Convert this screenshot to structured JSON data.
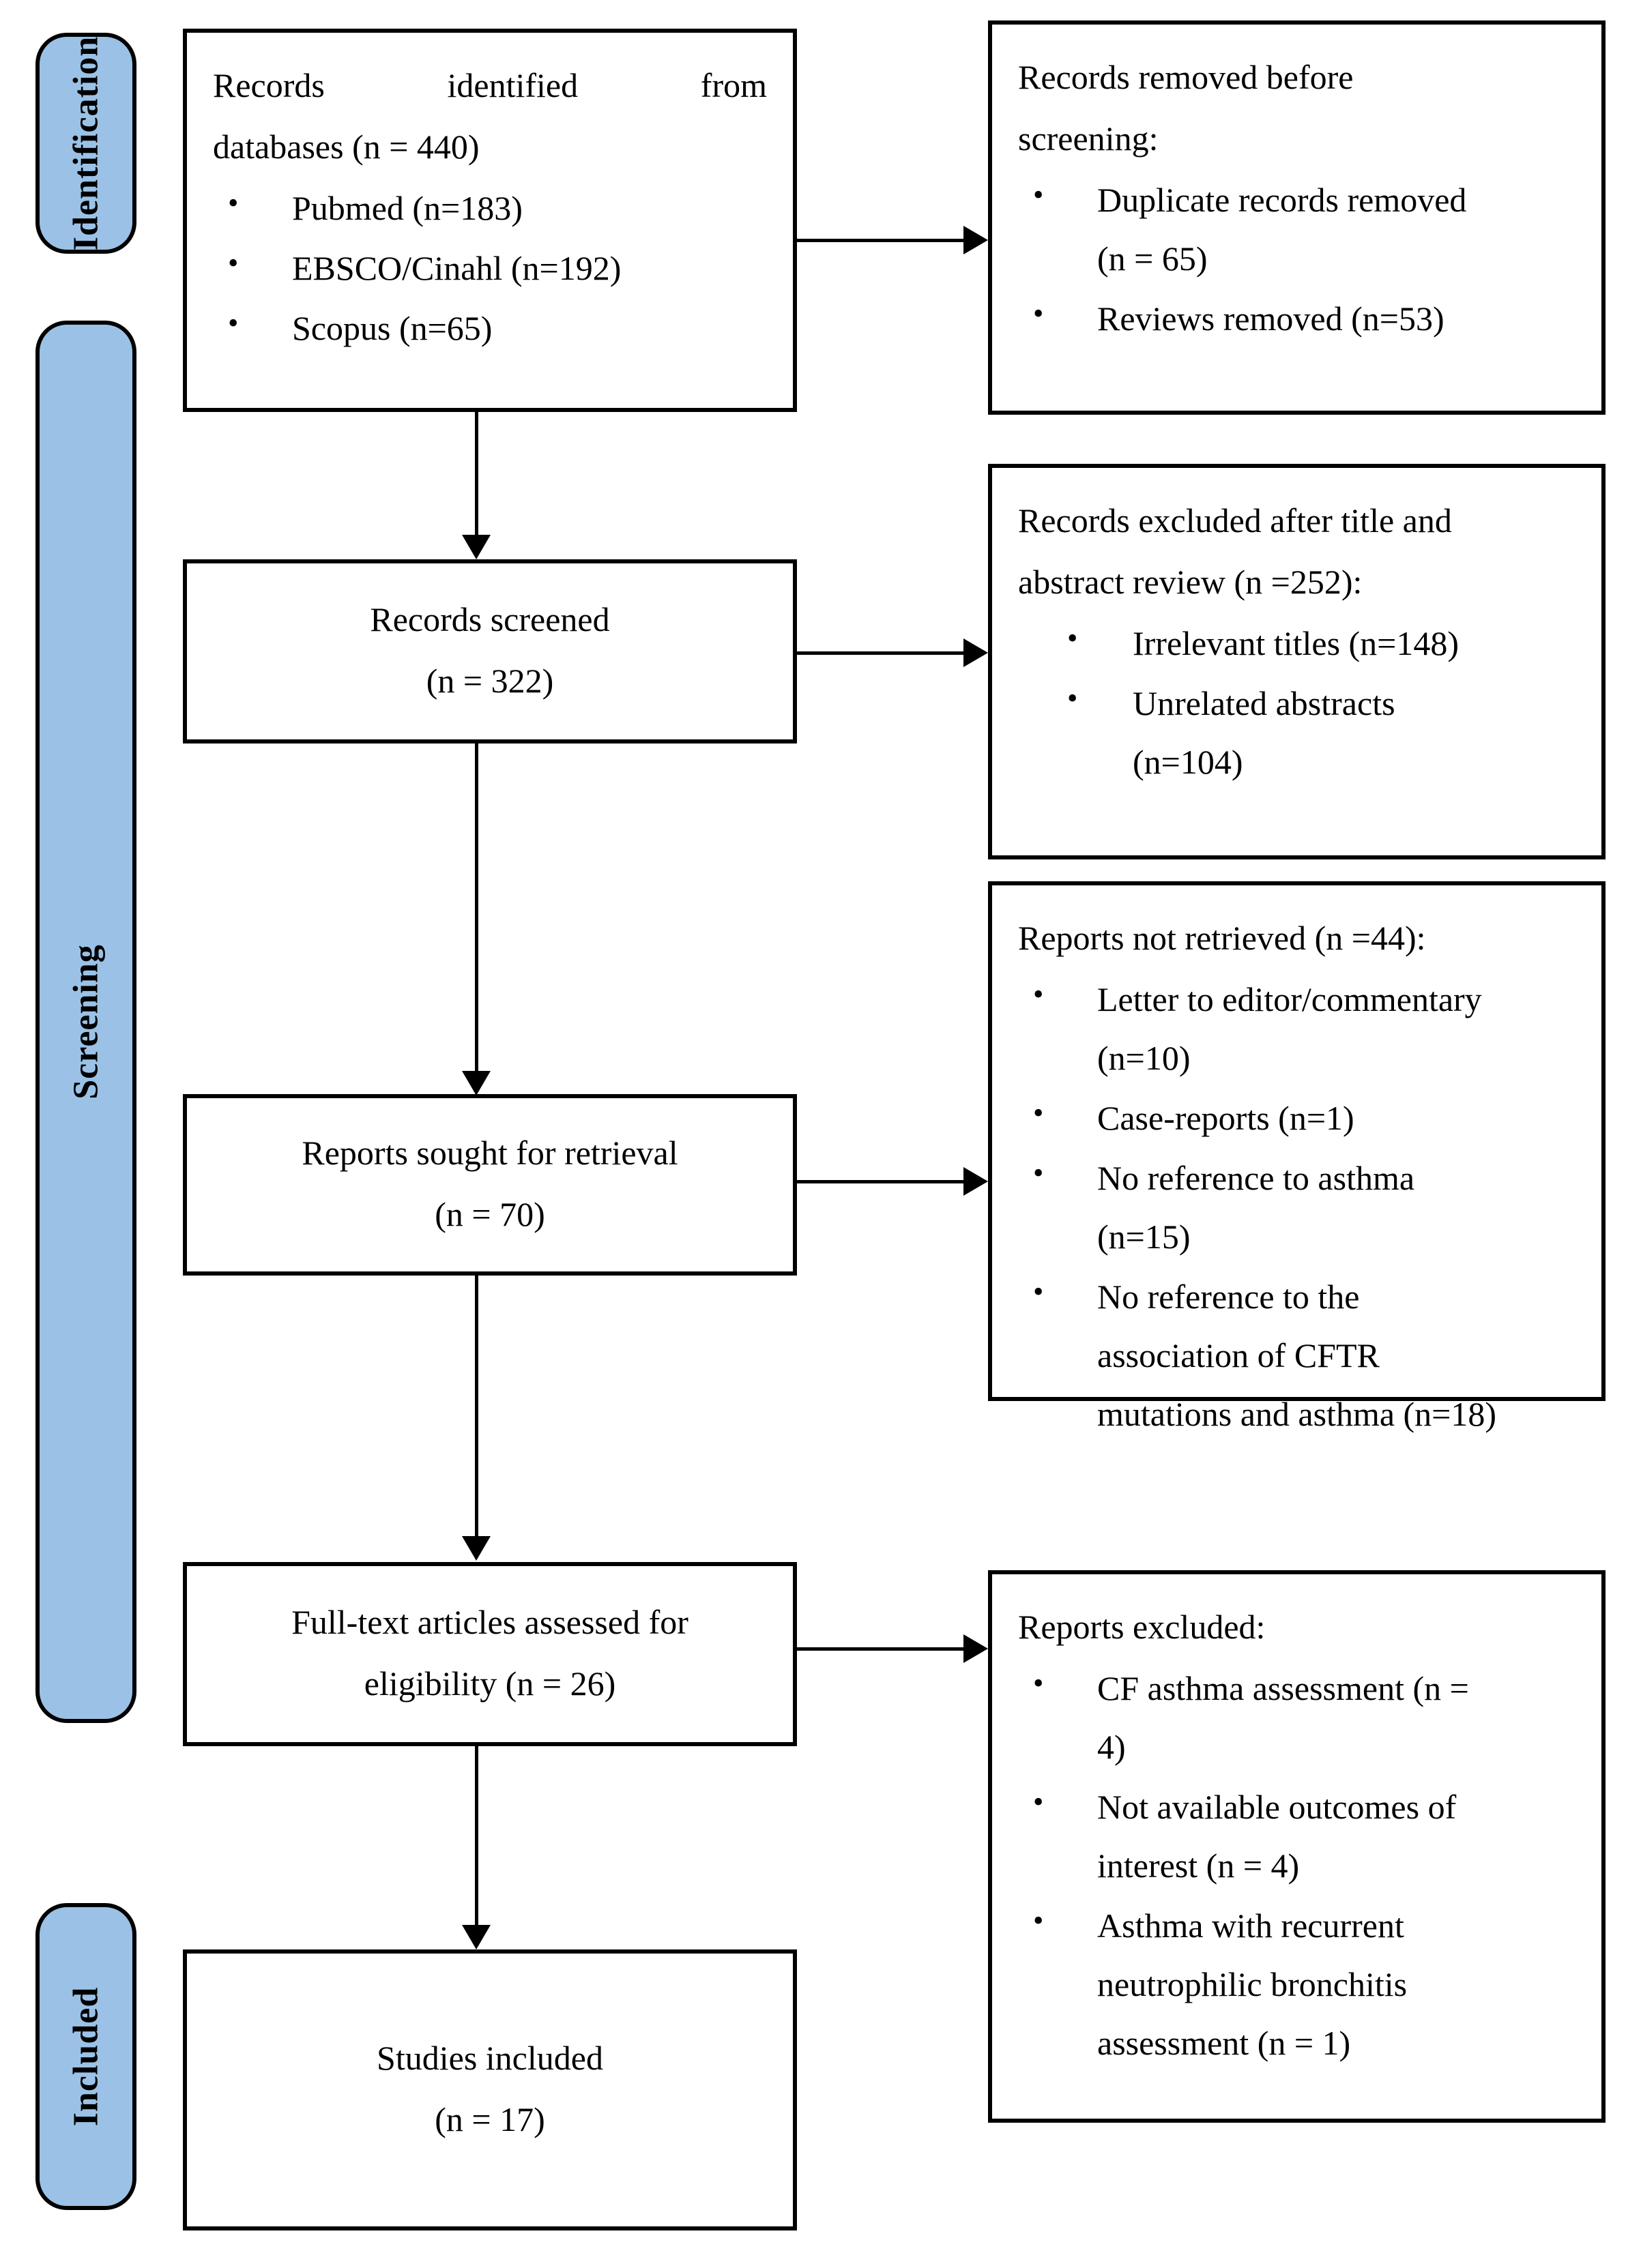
{
  "diagram": {
    "type": "prisma-flow-diagram",
    "accent_color": "#9BC2E6",
    "line_color": "#000000",
    "background": "#FFFFFF"
  },
  "stages": [
    {
      "key": "identification",
      "label": "Identification"
    },
    {
      "key": "screening",
      "label": "Screening"
    },
    {
      "key": "included",
      "label": "Included"
    }
  ],
  "boxes": {
    "identified": {
      "header": "Records identified from",
      "header2": "databases (n = 440)",
      "bullets": [
        "Pubmed (n=183)",
        "EBSCO/Cinahl (n=192)",
        "Scopus (n=65)"
      ]
    },
    "removed_before_screening": {
      "header": "Records removed before",
      "header2": "screening:",
      "bullets": [
        "Duplicate records removed",
        "(n = 65)",
        "Reviews removed (n=53)"
      ],
      "bullet_items": [
        {
          "lines": [
            "Duplicate records removed",
            "(n = 65)"
          ]
        },
        {
          "lines": [
            "Reviews removed (n=53)"
          ]
        }
      ]
    },
    "records_screened": {
      "line1": "Records screened",
      "line2": "(n = 322)"
    },
    "excluded_title_abstract": {
      "header": "Records excluded after title and",
      "header2": "abstract review (n =252):",
      "bullet_items": [
        {
          "lines": [
            "Irrelevant titles (n=148)"
          ]
        },
        {
          "lines": [
            "Unrelated abstracts",
            "(n=104)"
          ]
        }
      ]
    },
    "reports_sought": {
      "line1": "Reports sought for retrieval",
      "line2": "(n = 70)"
    },
    "reports_not_retrieved": {
      "header": "Reports not retrieved (n =44):",
      "bullet_items": [
        {
          "lines": [
            "Letter to editor/commentary",
            "(n=10)"
          ]
        },
        {
          "lines": [
            "Case-reports (n=1)"
          ]
        },
        {
          "lines": [
            "No reference to asthma",
            "(n=15)"
          ]
        },
        {
          "lines": [
            "No reference to the",
            "association of CFTR",
            "mutations and asthma (n=18)"
          ]
        }
      ]
    },
    "fulltext_assessed": {
      "line1": "Full-text articles assessed for",
      "line2": "eligibility (n = 26)"
    },
    "reports_excluded": {
      "header": "Reports excluded:",
      "bullet_items": [
        {
          "lines": [
            "CF asthma assessment (n =",
            "4)"
          ]
        },
        {
          "lines": [
            "Not available outcomes of",
            "interest (n = 4)"
          ]
        },
        {
          "lines": [
            "Asthma with recurrent",
            "neutrophilic bronchitis",
            "assessment (n = 1)"
          ]
        }
      ]
    },
    "studies_included": {
      "line1": "Studies included",
      "line2": "(n = 17)"
    }
  },
  "chart_data": {
    "type": "table",
    "title": "PRISMA 2020 flow diagram",
    "nodes": [
      {
        "id": "identified",
        "stage": "Identification",
        "label": "Records identified from databases",
        "n": 440
      },
      {
        "id": "pubmed",
        "stage": "Identification",
        "label": "Pubmed",
        "n": 183
      },
      {
        "id": "ebsco",
        "stage": "Identification",
        "label": "EBSCO/Cinahl",
        "n": 192
      },
      {
        "id": "scopus",
        "stage": "Identification",
        "label": "Scopus",
        "n": 65
      },
      {
        "id": "duplicates_removed",
        "stage": "Identification",
        "label": "Duplicate records removed",
        "n": 65
      },
      {
        "id": "reviews_removed",
        "stage": "Identification",
        "label": "Reviews removed",
        "n": 53
      },
      {
        "id": "records_screened",
        "stage": "Screening",
        "label": "Records screened",
        "n": 322
      },
      {
        "id": "excluded_title_abstract",
        "stage": "Screening",
        "label": "Records excluded after title and abstract review",
        "n": 252
      },
      {
        "id": "irrelevant_titles",
        "stage": "Screening",
        "label": "Irrelevant titles",
        "n": 148
      },
      {
        "id": "unrelated_abstracts",
        "stage": "Screening",
        "label": "Unrelated abstracts",
        "n": 104
      },
      {
        "id": "reports_sought",
        "stage": "Screening",
        "label": "Reports sought for retrieval",
        "n": 70
      },
      {
        "id": "not_retrieved",
        "stage": "Screening",
        "label": "Reports not retrieved",
        "n": 44
      },
      {
        "id": "letter_commentary",
        "stage": "Screening",
        "label": "Letter to editor/commentary",
        "n": 10
      },
      {
        "id": "case_reports",
        "stage": "Screening",
        "label": "Case-reports",
        "n": 1
      },
      {
        "id": "no_ref_asthma",
        "stage": "Screening",
        "label": "No reference to asthma",
        "n": 15
      },
      {
        "id": "no_ref_cftr_asthma",
        "stage": "Screening",
        "label": "No reference to the association of CFTR mutations and asthma",
        "n": 18
      },
      {
        "id": "fulltext_assessed",
        "stage": "Screening",
        "label": "Full-text articles assessed for eligibility",
        "n": 26
      },
      {
        "id": "cf_asthma_assessment",
        "stage": "Screening",
        "label": "CF asthma assessment",
        "n": 4
      },
      {
        "id": "no_outcomes",
        "stage": "Screening",
        "label": "Not available outcomes of interest",
        "n": 4
      },
      {
        "id": "asthma_bronchitis",
        "stage": "Screening",
        "label": "Asthma with recurrent neutrophilic bronchitis assessment",
        "n": 1
      },
      {
        "id": "studies_included",
        "stage": "Included",
        "label": "Studies included",
        "n": 17
      }
    ]
  }
}
